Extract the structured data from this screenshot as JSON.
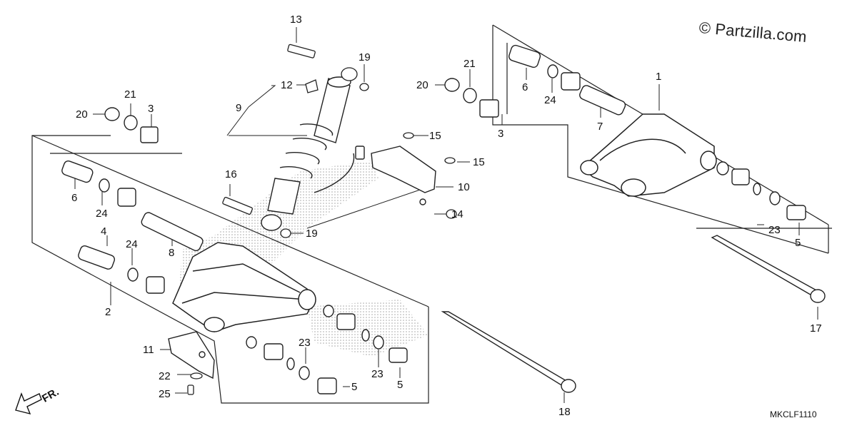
{
  "watermark": "© Partzilla.com",
  "diagram_code": "MKCLF1110",
  "front_label": "FR.",
  "callouts": {
    "1": "1",
    "2": "2",
    "3": "3",
    "4": "4",
    "5": "5",
    "6": "6",
    "7": "7",
    "8": "8",
    "9": "9",
    "10": "10",
    "11": "11",
    "12": "12",
    "13": "13",
    "14": "14",
    "15": "15",
    "16": "16",
    "17": "17",
    "18": "18",
    "19": "19",
    "20": "20",
    "21": "21",
    "22": "22",
    "23": "23",
    "24": "24",
    "25": "25"
  }
}
